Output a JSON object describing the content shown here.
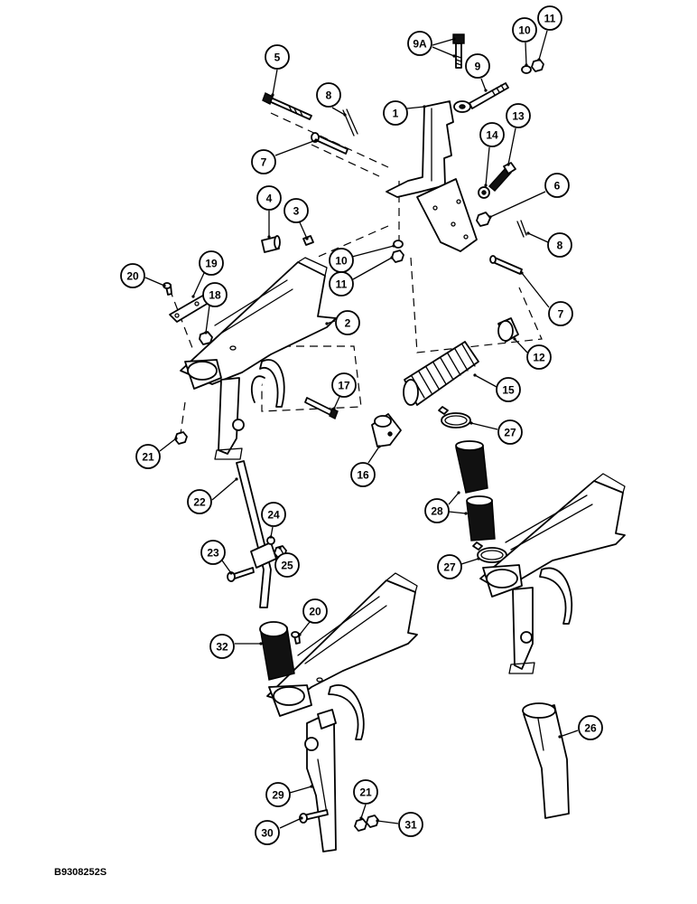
{
  "drawing_number": "B9308252S",
  "callouts": [
    {
      "label": "1"
    },
    {
      "label": "2"
    },
    {
      "label": "3"
    },
    {
      "label": "4"
    },
    {
      "label": "5"
    },
    {
      "label": "6"
    },
    {
      "label": "7"
    },
    {
      "label": "7"
    },
    {
      "label": "8"
    },
    {
      "label": "8"
    },
    {
      "label": "9"
    },
    {
      "label": "9A"
    },
    {
      "label": "10"
    },
    {
      "label": "10"
    },
    {
      "label": "11"
    },
    {
      "label": "11"
    },
    {
      "label": "12"
    },
    {
      "label": "13"
    },
    {
      "label": "14"
    },
    {
      "label": "15"
    },
    {
      "label": "16"
    },
    {
      "label": "17"
    },
    {
      "label": "18"
    },
    {
      "label": "19"
    },
    {
      "label": "20"
    },
    {
      "label": "20"
    },
    {
      "label": "21"
    },
    {
      "label": "21"
    },
    {
      "label": "22"
    },
    {
      "label": "23"
    },
    {
      "label": "24"
    },
    {
      "label": "25"
    },
    {
      "label": "26"
    },
    {
      "label": "27"
    },
    {
      "label": "27"
    },
    {
      "label": "28"
    },
    {
      "label": "29"
    },
    {
      "label": "30"
    },
    {
      "label": "31"
    },
    {
      "label": "32"
    }
  ]
}
